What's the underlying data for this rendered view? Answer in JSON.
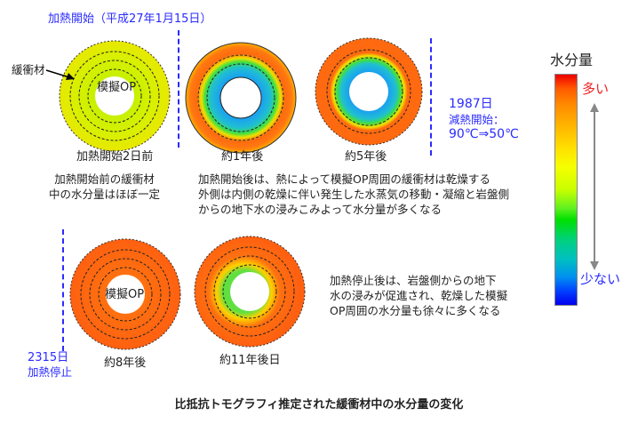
{
  "header": {
    "start": "加熱開始（平成27年1月15日）"
  },
  "labels": {
    "buffer": "緩衝材",
    "op": "模擬OP",
    "op2": "模擬OP"
  },
  "discs": [
    {
      "caption": "加熱開始2日前"
    },
    {
      "caption": "約1年後"
    },
    {
      "caption": "約5年後"
    },
    {
      "caption": "約8年後"
    },
    {
      "caption": "約11年後日"
    }
  ],
  "notes": {
    "before": [
      "加熱開始前の緩衝材",
      "中の水分量はほぼ一定"
    ],
    "after": [
      "加熱開始後は、熱によって模擬OP周囲の緩衝材は乾燥する",
      "外側は内側の乾燥に伴い発生した水蒸気の移動・凝縮と岩盤側",
      "からの地下水の浸みこみよって水分量が多くなる"
    ],
    "stop": [
      "加熱停止後は、岩盤側からの地下",
      "水の浸みが促進され、乾燥した模擬",
      "OP周囲の水分量も徐々に多くなる"
    ]
  },
  "events": {
    "reduce": [
      "1987日",
      "減熱開始：",
      "90℃⇒50℃"
    ],
    "stop": [
      "2315日",
      "加熱停止"
    ]
  },
  "legend": {
    "title": "水分量",
    "high": "多い",
    "low": "少ない",
    "high_color": "#ee2222",
    "low_color": "#2b2bff"
  },
  "footer": {
    "title": "比抵抗トモグラフィ推定された緩衝材中の水分量の変化"
  }
}
